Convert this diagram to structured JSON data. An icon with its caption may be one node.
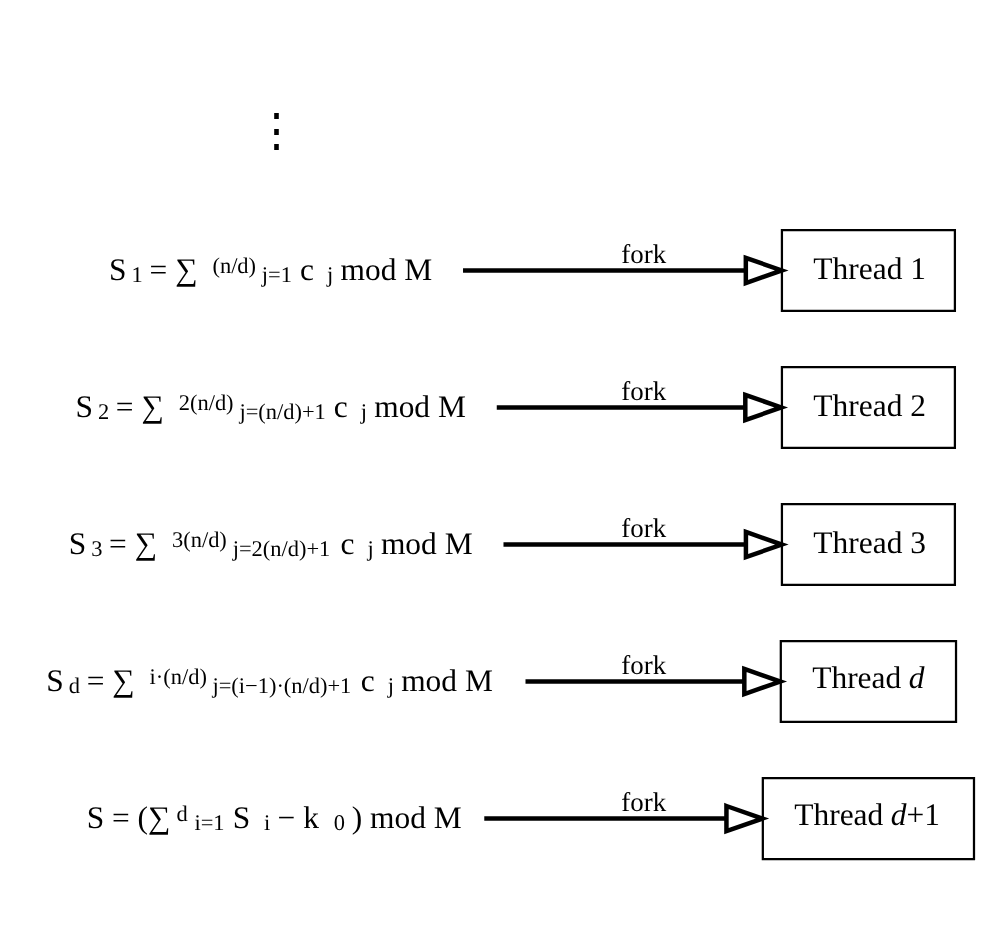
{
  "diagram": {
    "nodes": [
      {
        "text": [
          "S$_{1}$ = ∑$^{(n/d)}$$_{j=1}$ c$_{j}$ mod M"
        ]
      },
      {
        "text": [
          "Thread 1"
        ]
      },
      {
        "text": [
          "S$_{2}$ = ∑$^{2(n/d)}$$_{j=(n/d)+1}$ c$_{j}$ mod M"
        ]
      },
      {
        "text": [
          "Thread 2"
        ]
      },
      {
        "text": [
          "S$_{3}$ = ∑$^{3(n/d)}$$_{j=2(n/d)+1}$ c$_{j}$ mod M"
        ]
      },
      {
        "text": [
          "Thread 3"
        ]
      },
      {
        "text": [
          "S$_{d}$ = ∑$^{i·(n/d)}$$_{j=(i−1)·(n/d)+1}$ c$_{j}$ mod M"
        ]
      },
      {
        "text": [
          "Thread *d*"
        ]
      },
      {
        "text": [
          "S = (∑$^{d}$$_{i=1}$ S$_{i}$ − k$_{0}$) mod M"
        ]
      },
      {
        "text": [
          "Thread *d*+1"
        ]
      }
    ],
    "edges": [
      {
        "from": 0,
        "to": 1,
        "arrow": "to",
        "label": "fork"
      },
      {
        "from": 2,
        "to": 3,
        "arrow": "to",
        "label": "fork"
      },
      {
        "from": 4,
        "to": 5,
        "arrow": "to",
        "label": "fork"
      },
      {
        "from": 6,
        "to": 7,
        "arrow": "to",
        "label": "fork"
      },
      {
        "from": 8,
        "to": 9,
        "arrow": "to",
        "label": "fork"
      }
    ],
    "labels": [
      "⋮"
    ]
  }
}
